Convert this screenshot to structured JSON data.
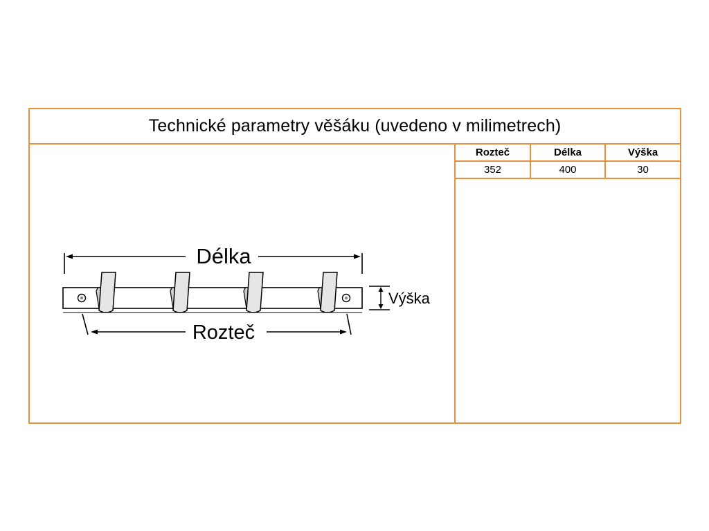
{
  "title": "Technické parametry věšáku (uvedeno v milimetrech)",
  "colors": {
    "border": "#e8913a",
    "line": "#000000",
    "hook": "#d9d9d9"
  },
  "diagram": {
    "length_label": "Délka",
    "pitch_label": "Rozteč",
    "height_label": "Výška"
  },
  "spec_table": {
    "headers": [
      "Rozteč",
      "Délka",
      "Výška"
    ],
    "values": [
      "352",
      "400",
      "30"
    ]
  }
}
